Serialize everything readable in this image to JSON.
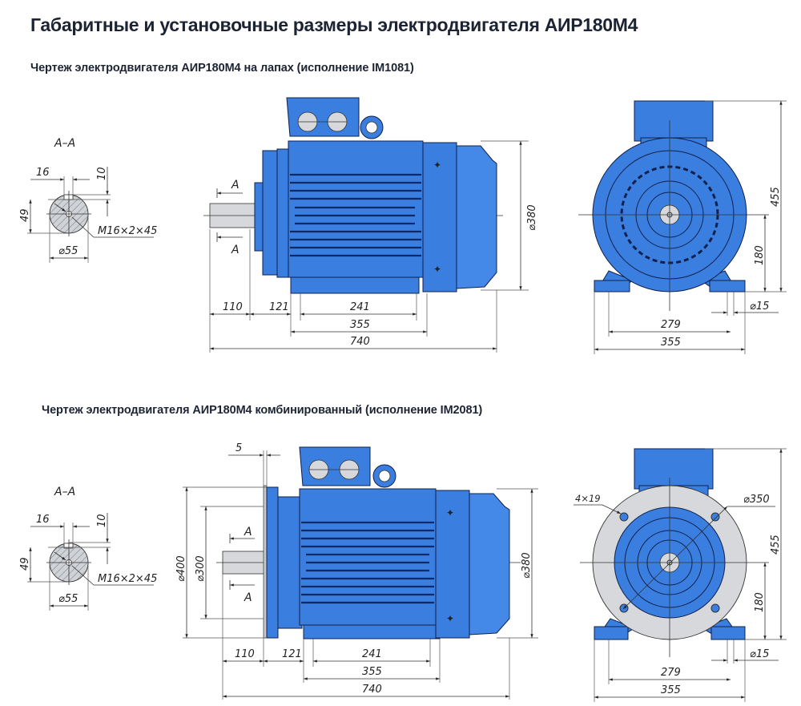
{
  "page": {
    "title": "Габаритные и установочные размеры электродвигателя АИР180М4"
  },
  "sections": [
    {
      "title": "Чертеж электродвигателя АИР180М4 на лапах (исполнение IM1081)",
      "mounting": "IM1081",
      "section_view": {
        "label": "А–А",
        "key_width": "16",
        "key_depth": "10",
        "shaft_height": "49",
        "shaft_diameter": "⌀55",
        "thread": "M16×2×45"
      },
      "side_view": {
        "cut_label": "А",
        "shaft_length": "110",
        "shaft_to_foot": "121",
        "foot_holes_spacing": "241",
        "foot_length": "355",
        "total_length": "740",
        "housing_diameter": "⌀380"
      },
      "front_view": {
        "total_height": "455",
        "shaft_axis_height": "180",
        "foot_hole_diameter": "⌀15",
        "foot_holes_width": "279",
        "foot_width": "355"
      }
    },
    {
      "title": "Чертеж электродвигателя АИР180М4 комбинированный (исполнение IM2081)",
      "mounting": "IM2081",
      "section_view": {
        "label": "А–А",
        "key_width": "16",
        "key_depth": "10",
        "shaft_height": "49",
        "shaft_diameter": "⌀55",
        "thread": "M16×2×45"
      },
      "side_view": {
        "cut_label": "А",
        "flange_thickness": "5",
        "flange_diameter": "⌀400",
        "spigot_diameter": "⌀300",
        "shaft_length": "110",
        "shaft_to_foot": "121",
        "foot_holes_spacing": "241",
        "foot_length": "355",
        "total_length": "740",
        "housing_diameter": "⌀380"
      },
      "front_view": {
        "flange_holes": "4×19",
        "bolt_circle_diameter": "⌀350",
        "total_height": "455",
        "shaft_axis_height": "180",
        "foot_hole_diameter": "⌀15",
        "foot_holes_width": "279",
        "foot_width": "355"
      }
    }
  ],
  "colors": {
    "motor_body": "#3a7fe0",
    "motor_outline": "#10204a",
    "flange_face": "#d6d8dc",
    "text": "#1c2433"
  }
}
